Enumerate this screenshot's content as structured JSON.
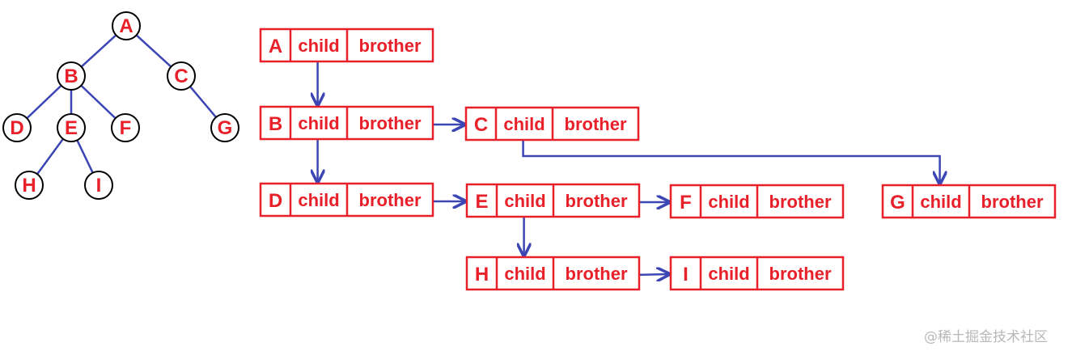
{
  "colors": {
    "text": "#e8202a",
    "box": "#e8202a",
    "edge": "#3b46b4",
    "node_outline": "#000000"
  },
  "tree": {
    "nodes": [
      "A",
      "B",
      "C",
      "D",
      "E",
      "F",
      "G",
      "H",
      "I"
    ],
    "edges": [
      [
        "A",
        "B"
      ],
      [
        "A",
        "C"
      ],
      [
        "B",
        "D"
      ],
      [
        "B",
        "E"
      ],
      [
        "B",
        "F"
      ],
      [
        "C",
        "G"
      ],
      [
        "E",
        "H"
      ],
      [
        "E",
        "I"
      ]
    ]
  },
  "child_brother": {
    "child_label": "child",
    "brother_label": "brother",
    "records": [
      {
        "label": "A",
        "child": "B",
        "brother": null
      },
      {
        "label": "B",
        "child": "D",
        "brother": "C"
      },
      {
        "label": "C",
        "child": "G",
        "brother": null
      },
      {
        "label": "D",
        "child": null,
        "brother": "E"
      },
      {
        "label": "E",
        "child": "H",
        "brother": "F"
      },
      {
        "label": "F",
        "child": null,
        "brother": null
      },
      {
        "label": "G",
        "child": null,
        "brother": null
      },
      {
        "label": "H",
        "child": null,
        "brother": "I"
      },
      {
        "label": "I",
        "child": null,
        "brother": null
      }
    ]
  },
  "watermark": "@稀土掘金技术社区"
}
